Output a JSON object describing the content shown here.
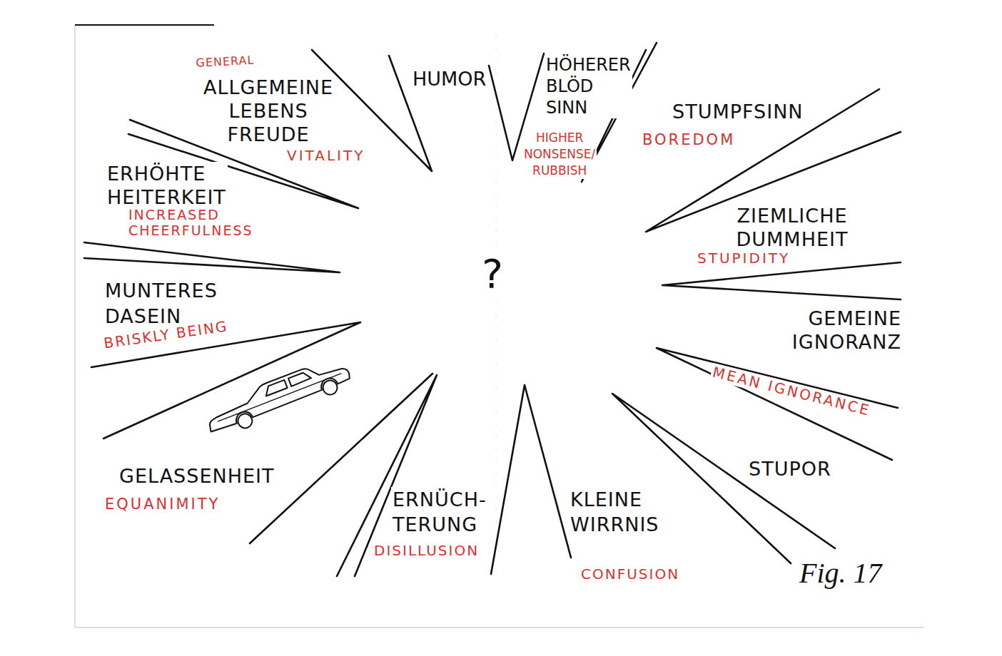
{
  "diagram": {
    "caption": "Fig. 17",
    "labels": [
      "GENERAL",
      "ALLGEMEINE LEBENS FREUDE",
      "VITALITY",
      "HUMOR",
      "HÖHERER BLÖD SINN",
      "HIGHER NONSENSE/ RUBBISH",
      "STUMPFSINN",
      "BOREDOM",
      "ERHÖHTE HEITERKEIT",
      "INCREASED CHEERFULNESS",
      "ZIEMLICHE DUMMHEIT",
      "STUPIDITY",
      "?",
      "MUNTERES DASEIN",
      "BRISKLY BEING",
      "GEMEINE IGNORANZ",
      "MEAN IGNORANCE",
      "STUPOR",
      "GELASSENHEIT",
      "EQUANIMITY",
      "ERNÜCH- TERUNG",
      "DISILLUSION",
      "KLEINE WIRRNIS",
      "CONFUSION"
    ]
  }
}
